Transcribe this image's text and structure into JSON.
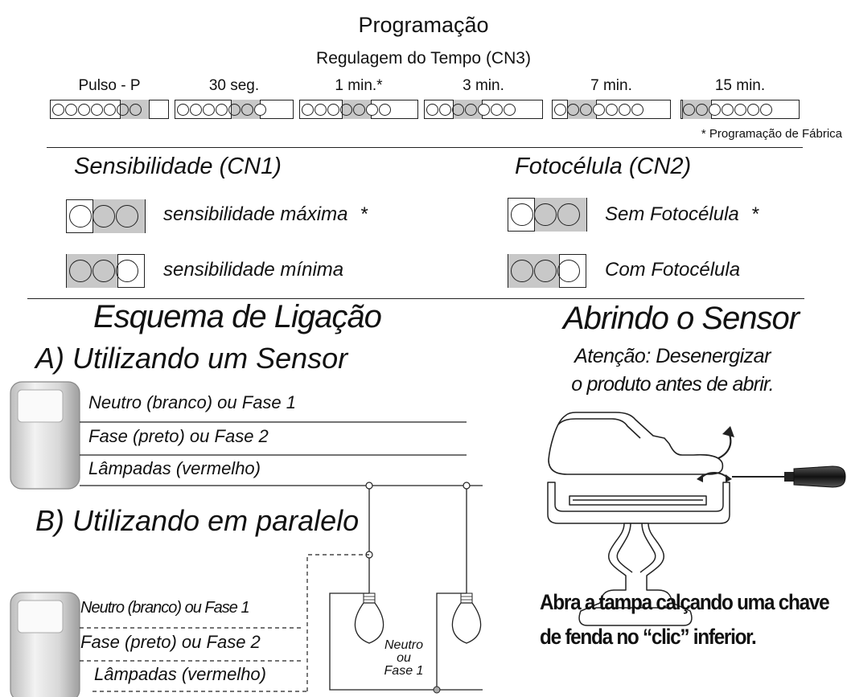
{
  "programacao": {
    "title": "Programação",
    "subtitle": "Regulagem do Tempo (CN3)",
    "options": [
      {
        "label": "Pulso - P",
        "jumper_start": 5
      },
      {
        "label": "30 seg.",
        "jumper_start": 4
      },
      {
        "label": "1 min.*",
        "jumper_start": 3
      },
      {
        "label": "3 min.",
        "jumper_start": 2
      },
      {
        "label": "7 min.",
        "jumper_start": 1
      },
      {
        "label": "15 min.",
        "jumper_start": 0
      }
    ],
    "factory_note": "* Programação de Fábrica"
  },
  "sensibilidade": {
    "title": "Sensibilidade (CN1)",
    "max_label": "sensibilidade máxima",
    "max_mark": "*",
    "min_label": "sensibilidade mínima"
  },
  "fotocelula": {
    "title": "Fotocélula (CN2)",
    "sem_label": "Sem Fotocélula",
    "sem_mark": "*",
    "com_label": "Com Fotocélula"
  },
  "esquema": {
    "title": "Esquema de Ligação",
    "a_title": "A) Utilizando um  Sensor",
    "a_wires": [
      "Neutro (branco) ou Fase 1",
      "Fase (preto) ou Fase 2",
      "Lâmpadas (vermelho)"
    ],
    "b_title": "B) Utilizando em paralelo",
    "b_wires": [
      "Neutro (branco) ou Fase 1",
      "Fase (preto) ou Fase 2",
      "Lâmpadas (vermelho)"
    ],
    "neutro_label": [
      "Neutro",
      "ou",
      "Fase 1"
    ]
  },
  "abrindo": {
    "title": "Abrindo o Sensor",
    "warning_line1": "Atenção: Desenergizar",
    "warning_line2": "o produto antes de abrir.",
    "instruction_line1": "Abra a tampa calçando uma chave",
    "instruction_line2": "de fenda no “clic” inferior."
  }
}
